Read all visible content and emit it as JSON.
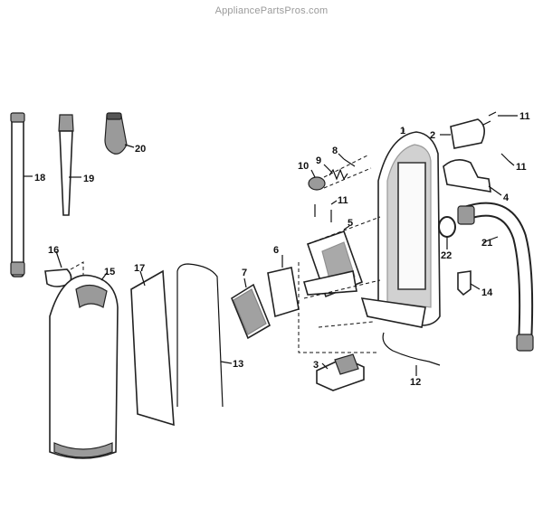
{
  "watermark": "AppliancePartsPros.com",
  "callouts": {
    "c1": "1",
    "c2": "2",
    "c3": "3",
    "c4": "4",
    "c5": "5",
    "c6": "6",
    "c7": "7",
    "c8": "8",
    "c9": "9",
    "c10": "10",
    "c11a": "11",
    "c11b": "11",
    "c11c": "11",
    "c12": "12",
    "c13": "13",
    "c14": "14",
    "c15": "15",
    "c16": "16",
    "c17": "17",
    "c18": "18",
    "c19": "19",
    "c20": "20",
    "c21": "21",
    "c22": "22"
  }
}
